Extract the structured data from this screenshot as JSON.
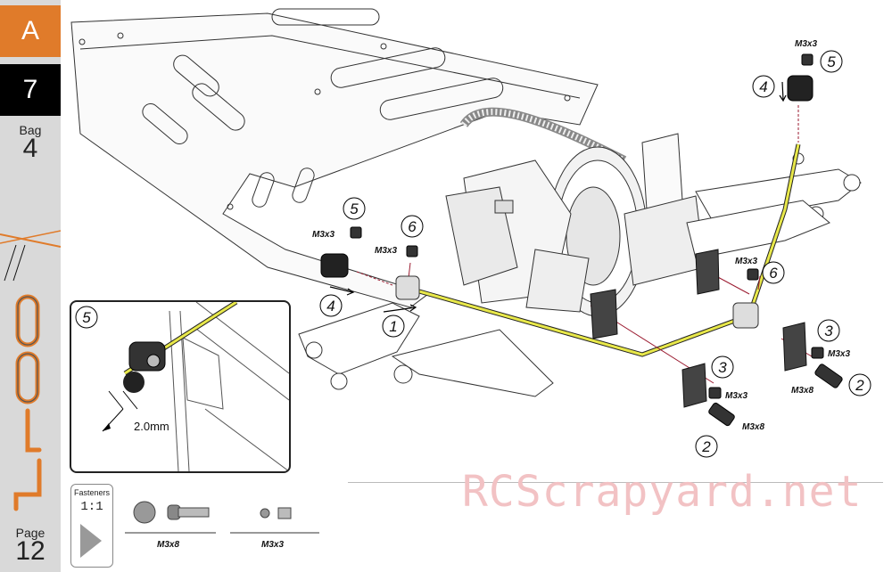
{
  "sidebar": {
    "section": "A",
    "step": "7",
    "bag_label": "Bag",
    "bag_number": "4",
    "page_label": "Page",
    "page_number": "12"
  },
  "callouts": {
    "m3x3_a": "M3x3",
    "m3x3_b": "M3x3",
    "m3x3_c": "M3x3",
    "m3x3_d": "M3x3",
    "m3x3_e": "M3x3",
    "m3x3_f": "M3x3",
    "m3x8_a": "M3x8",
    "m3x8_b": "M3x8",
    "n1": "1",
    "n2a": "2",
    "n2b": "2",
    "n3a": "3",
    "n3b": "3",
    "n4a": "4",
    "n4b": "4",
    "n5a": "5",
    "n5b": "5",
    "n6a": "6",
    "n6b": "6"
  },
  "inset": {
    "step_number": "5",
    "dimension": "2.0mm"
  },
  "fasteners": {
    "label": "Fasteners",
    "scale": "1:1",
    "items": [
      {
        "name": "M3x8"
      },
      {
        "name": "M3x3"
      }
    ]
  },
  "watermark": "RCScrapyard.net",
  "colors": {
    "section_accent": "#e07b2a",
    "step_bg": "#000000",
    "antiroll_bar": "#e8e84a",
    "guide_line": "#9b1b30"
  }
}
